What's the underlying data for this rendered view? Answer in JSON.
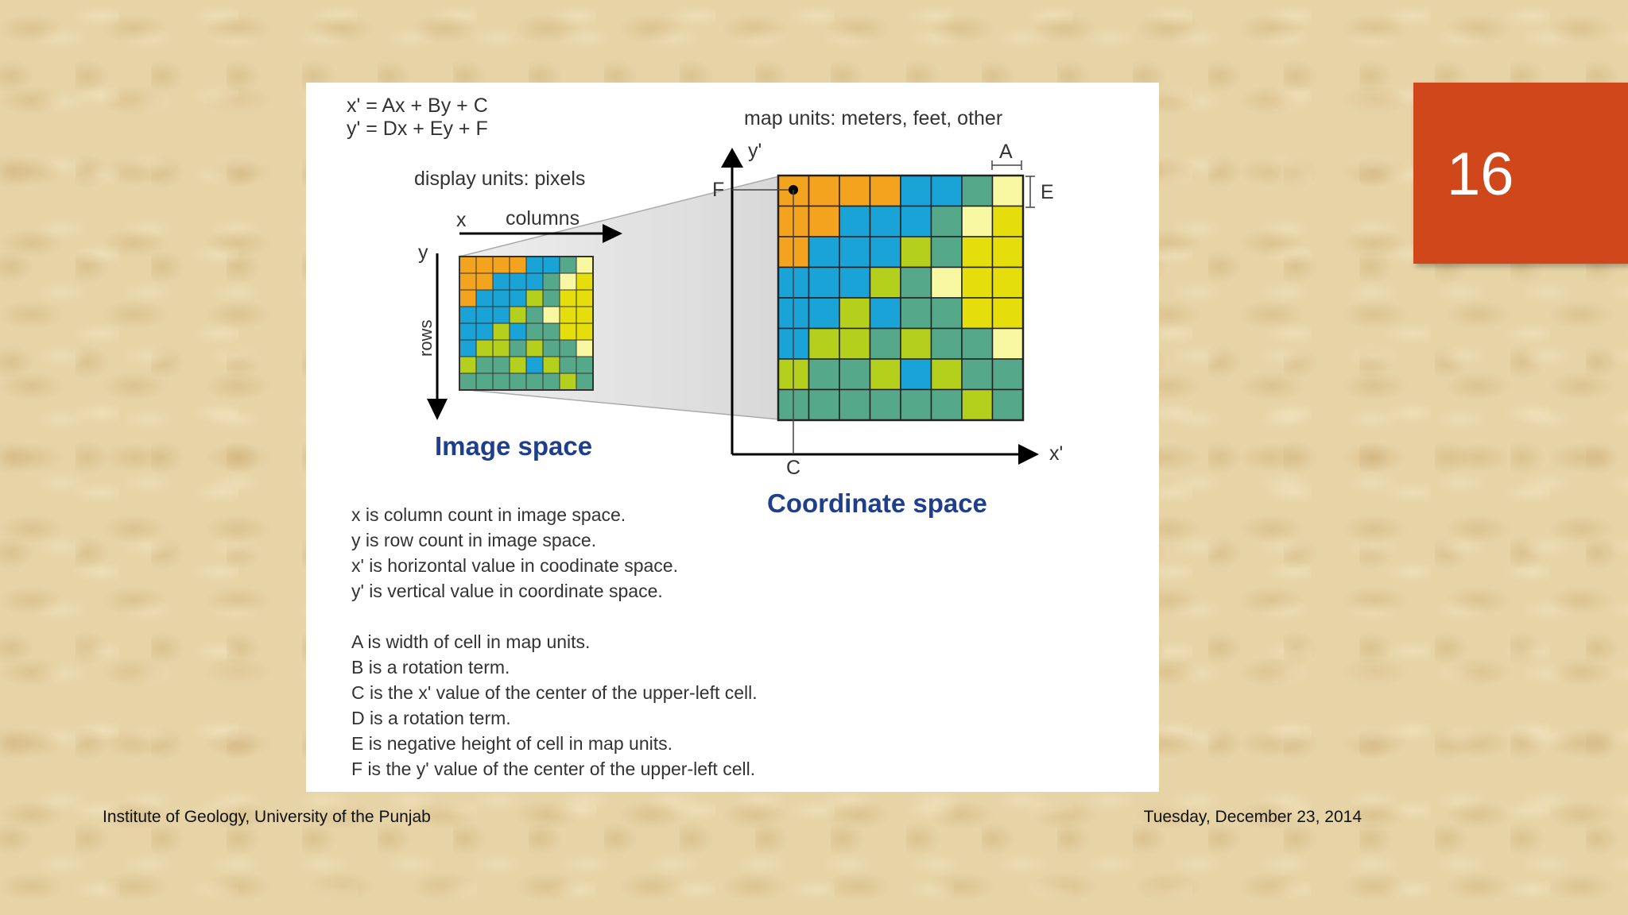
{
  "slide": {
    "page_number": "16",
    "footer_left": "Institute of Geology, University of the Punjab",
    "footer_right": "Tuesday, December 23, 2014"
  },
  "figure": {
    "equation_1": "x' = Ax + By + C",
    "equation_2": "y' = Dx + Ey + F",
    "display_units": "display units: pixels",
    "map_units": "map units: meters, feet, other",
    "x_axis_label": "x",
    "columns_label": "columns",
    "y_axis_label": "y",
    "rows_label": "rows",
    "image_space_title": "Image space",
    "coordinate_space_title": "Coordinate space",
    "y_prime_label": "y'",
    "x_prime_label": "x'",
    "label_A": "A",
    "label_E": "E",
    "label_F": "F",
    "label_C": "C",
    "definitions": [
      "x is column count in image space.",
      "y is row count in image space.",
      "x' is horizontal value in coodinate space.",
      "y' is vertical value in coordinate space.",
      "A is width of cell in map units.",
      "B is a rotation term.",
      "C is the x' value of the center of the upper-left cell.",
      "D is a rotation term.",
      "E is negative height of cell in map units.",
      "F is the y' value of the center of the upper-left cell."
    ]
  },
  "colors": {
    "orange": "#f4a31f",
    "blue": "#1aa3d6",
    "teal": "#55a98a",
    "lime": "#b5cf1d",
    "yellow": "#e6dd0c",
    "pale_yellow": "#f8f8a2",
    "title_blue": "#1f3f8c",
    "badge": "#d1471c"
  },
  "grid_cells": [
    [
      "orange",
      "orange",
      "orange",
      "orange",
      "blue",
      "blue",
      "teal",
      "pale_yellow"
    ],
    [
      "orange",
      "orange",
      "blue",
      "blue",
      "blue",
      "teal",
      "pale_yellow",
      "yellow"
    ],
    [
      "orange",
      "blue",
      "blue",
      "blue",
      "lime",
      "teal",
      "yellow",
      "yellow"
    ],
    [
      "blue",
      "blue",
      "blue",
      "lime",
      "teal",
      "pale_yellow",
      "yellow",
      "yellow"
    ],
    [
      "blue",
      "blue",
      "lime",
      "blue",
      "teal",
      "teal",
      "yellow",
      "yellow"
    ],
    [
      "blue",
      "lime",
      "lime",
      "teal",
      "lime",
      "teal",
      "teal",
      "pale_yellow"
    ],
    [
      "lime",
      "teal",
      "teal",
      "lime",
      "blue",
      "lime",
      "teal",
      "teal"
    ],
    [
      "teal",
      "teal",
      "teal",
      "teal",
      "teal",
      "teal",
      "lime",
      "teal"
    ]
  ]
}
